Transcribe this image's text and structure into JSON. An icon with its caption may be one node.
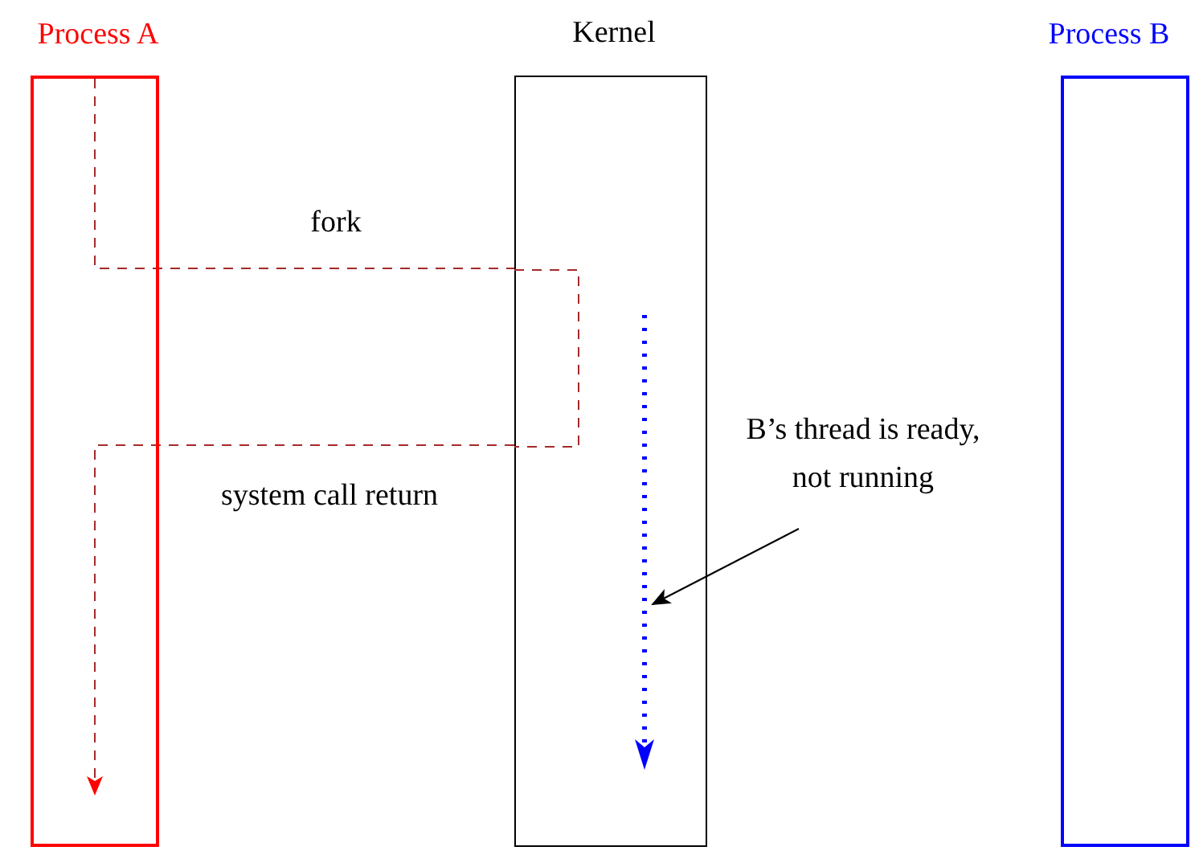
{
  "diagram": {
    "nodes": [
      {
        "text": [
          "Process A"
        ]
      },
      {
        "text": [
          "Kernel"
        ]
      },
      {
        "text": [
          "Process B"
        ]
      },
      {
        "text": [
          "B’s thread is ready, not running"
        ]
      },
      {
        "text": [],
        "shape": "arrow",
        "in": 1
      }
    ],
    "edges": [
      {
        "from": 0,
        "to": 1,
        "arrow": "none",
        "label": "fork",
        "style": "dashed",
        "color": "#a52a2a"
      },
      {
        "from": 1,
        "to": 0,
        "arrow": "to",
        "label": "system call return",
        "style": "dashed",
        "color": "#a52a2a"
      },
      {
        "from": 3,
        "to": 4,
        "arrow": "to",
        "color": "#000000"
      }
    ]
  }
}
